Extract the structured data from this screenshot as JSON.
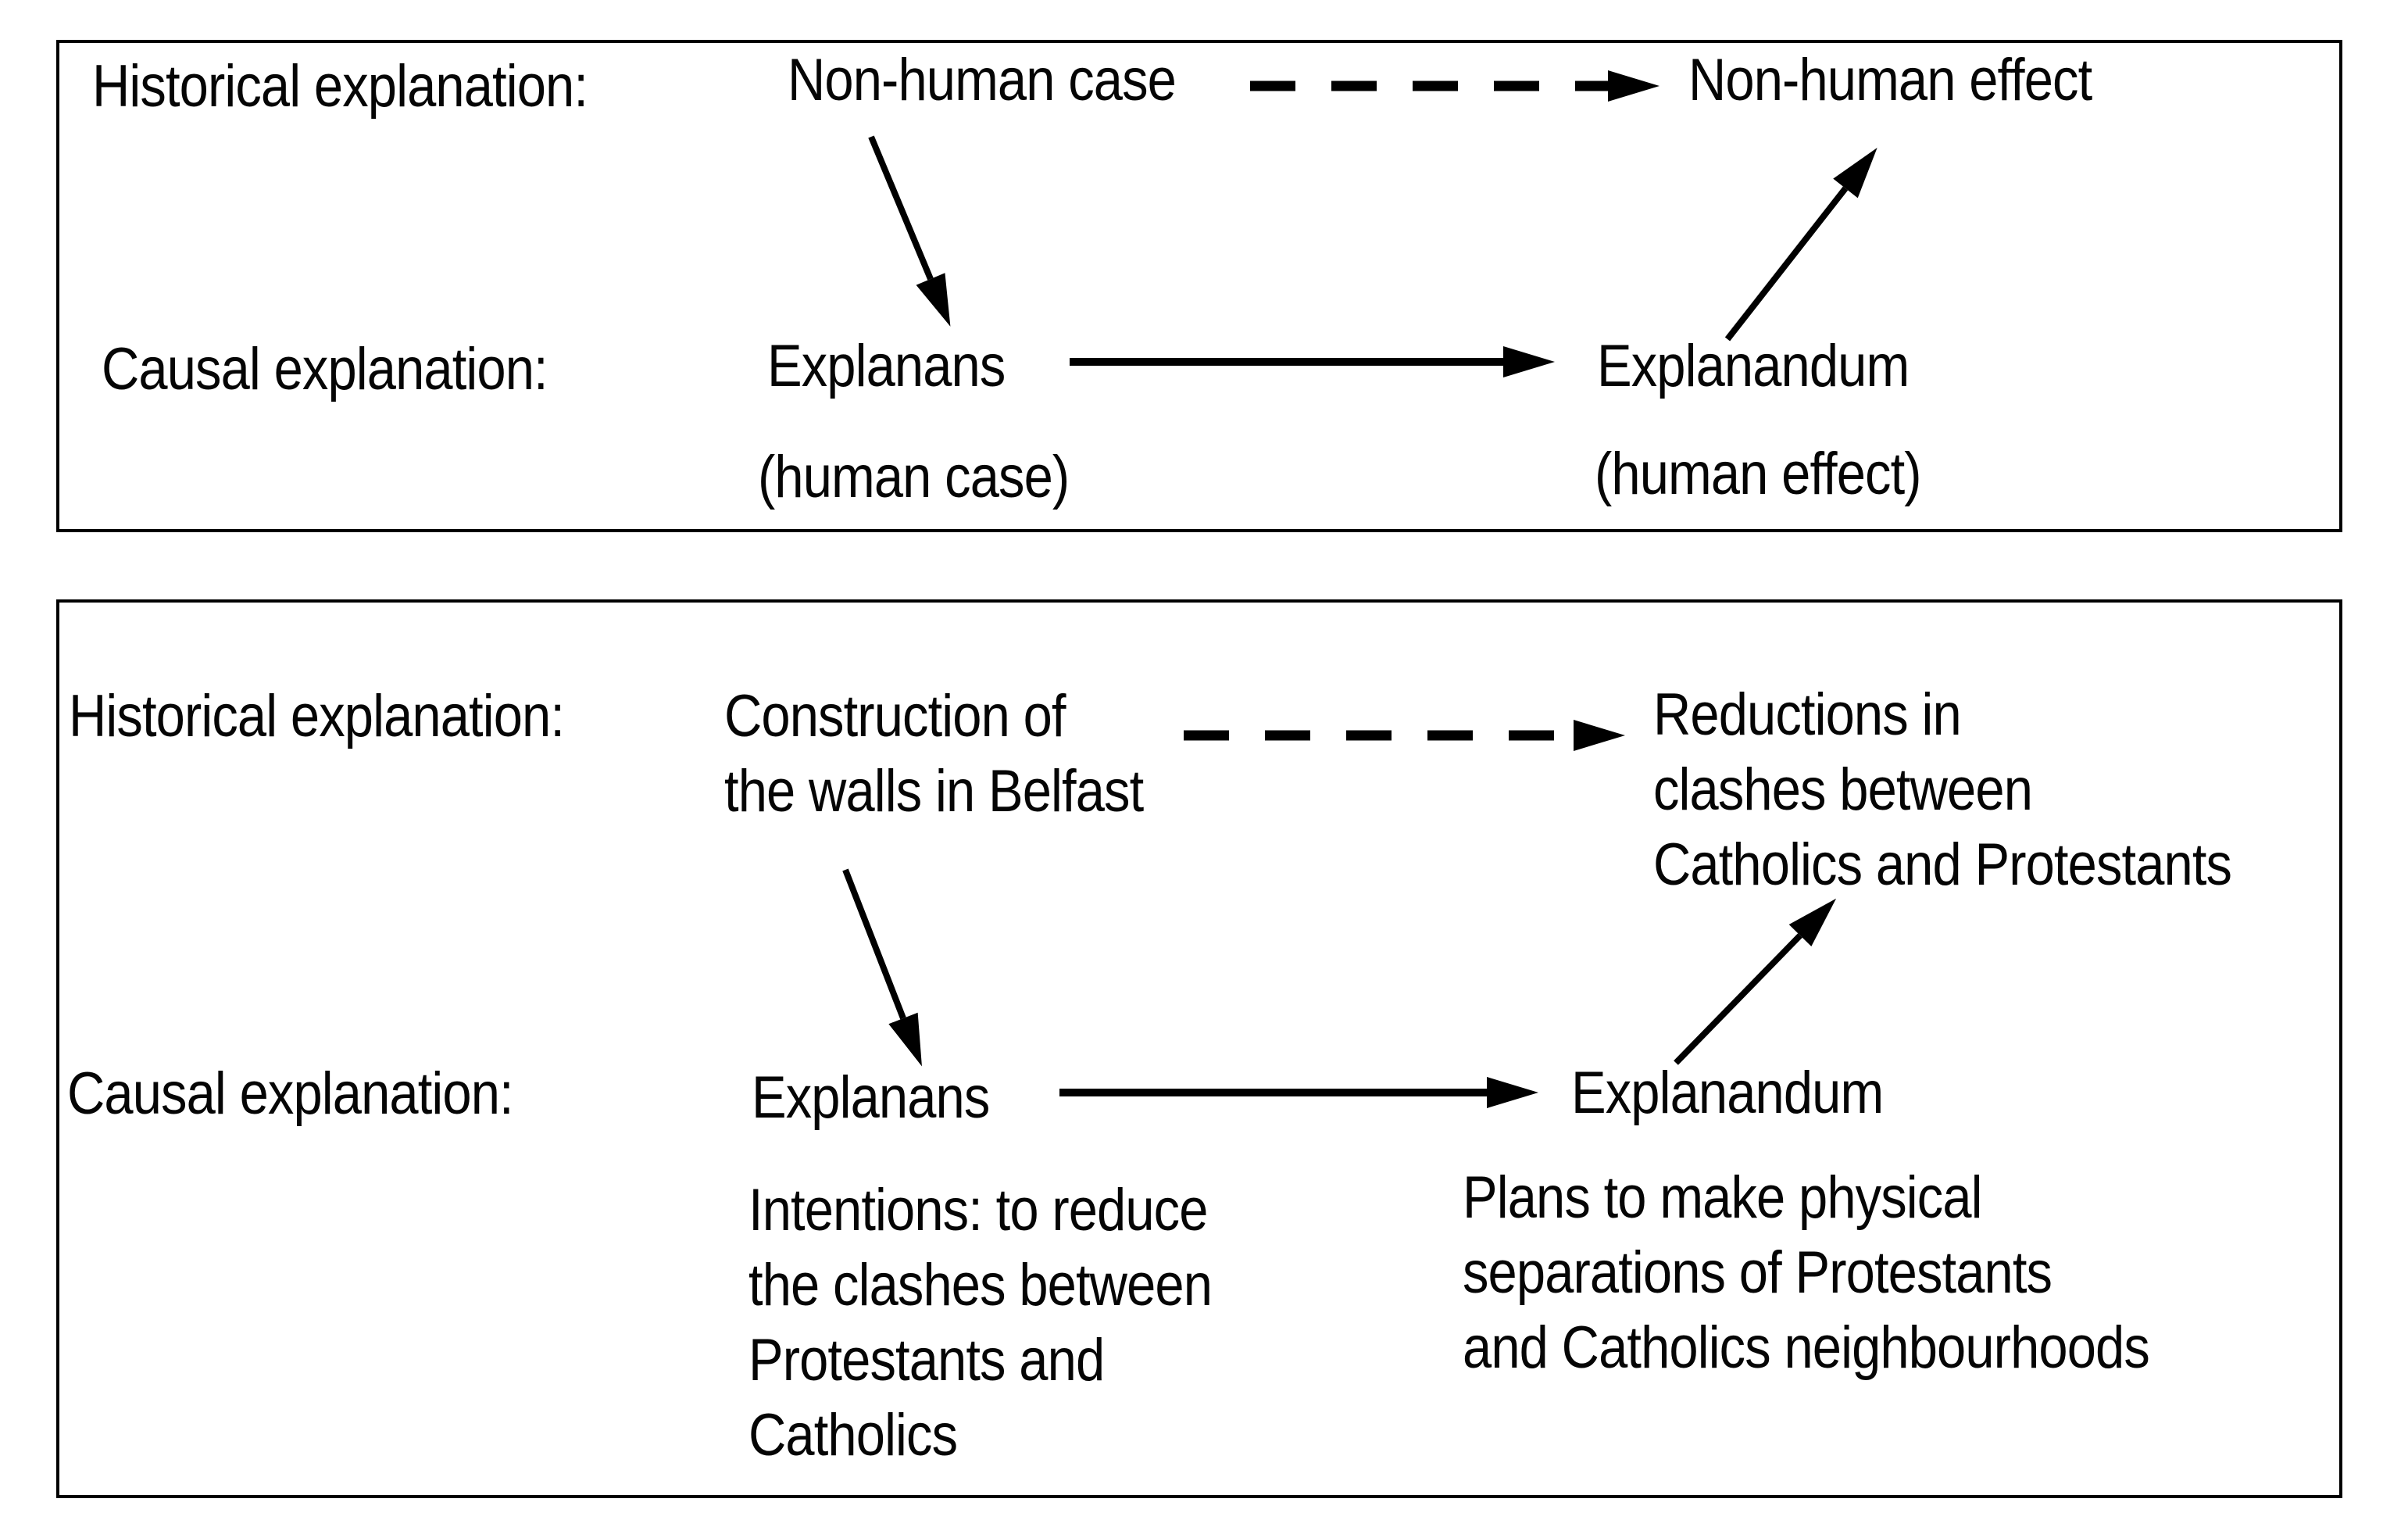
{
  "palette": {
    "ink": "#000000",
    "paper": "#ffffff"
  },
  "panels": [
    {
      "id": "general-schema",
      "historical_label": "Historical explanation:",
      "causal_label": "Causal explanation:",
      "historical_cause": "Non-human case",
      "historical_effect": "Non-human effect",
      "explanans": "Explanans",
      "explanans_note": "(human case)",
      "explanandum": "Explanandum",
      "explanandum_note": "(human effect)"
    },
    {
      "id": "belfast-example",
      "historical_label": "Historical explanation:",
      "causal_label": "Causal explanation:",
      "historical_cause_lines": [
        "Construction of",
        "the walls in Belfast"
      ],
      "historical_effect_lines": [
        "Reductions in",
        "clashes between",
        "Catholics and Protestants"
      ],
      "explanans": "Explanans",
      "explanans_note_lines": [
        "Intentions: to reduce",
        "the clashes between",
        "Protestants and",
        "Catholics"
      ],
      "explanandum": "Explanandum",
      "explanandum_note_lines": [
        "Plans to make physical",
        "separations of Protestants",
        "and Catholics neighbourhoods"
      ]
    }
  ]
}
